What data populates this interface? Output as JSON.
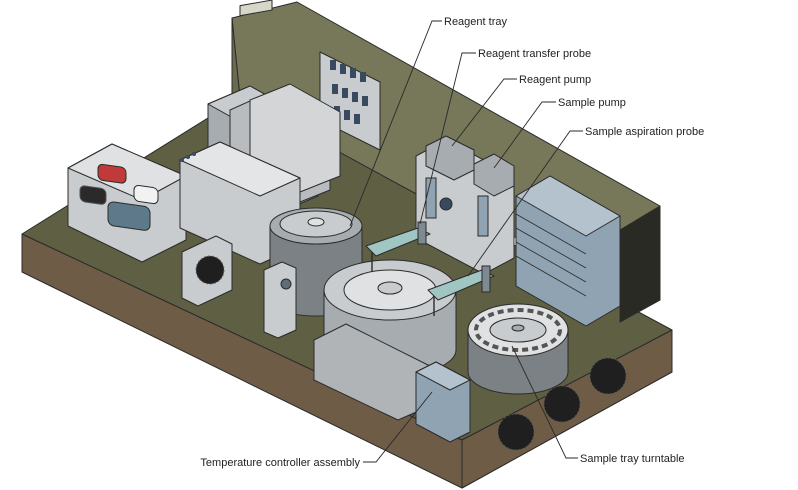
{
  "labels": {
    "reagent_tray": "Reagent tray",
    "reagent_transfer_probe": "Reagent transfer probe",
    "reagent_pump": "Reagent pump",
    "sample_pump": "Sample pump",
    "sample_aspiration_probe": "Sample aspiration probe",
    "temperature_controller_assembly": "Temperature controller assembly",
    "sample_tray_turntable": "Sample tray turntable"
  },
  "colors": {
    "housing_olive": "#77775a",
    "housing_olive_dark": "#5e5e45",
    "base_brown": "#6e5c47",
    "floor": "#5f5f44",
    "component_gray": "#c9ccce",
    "component_gray_dark": "#a7acb0",
    "component_blue": "#8fa3b3",
    "probe_teal": "#9fc6c2",
    "indicator_red": "#c03a3a"
  }
}
